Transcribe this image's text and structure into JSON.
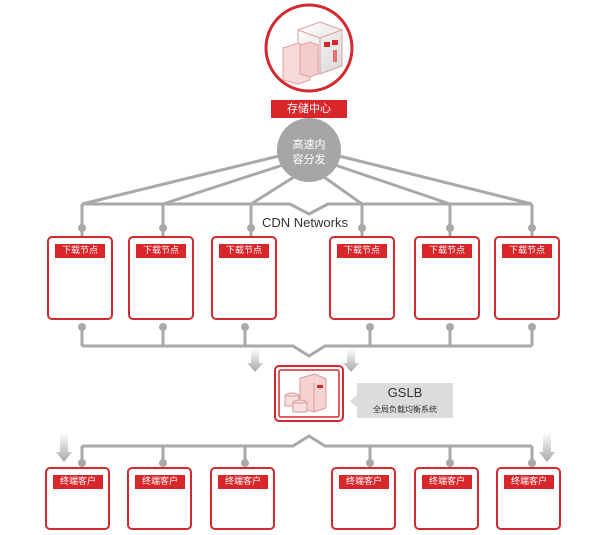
{
  "diagram": {
    "storage_center": {
      "label": "存储中心",
      "icon": "storage-server-icon"
    },
    "hub": {
      "label_line1": "高速内",
      "label_line2": "容分发"
    },
    "cdn_network_label": "CDN Networks",
    "download_nodes": [
      {
        "label": "下载节点",
        "icon": "download-server-icon"
      },
      {
        "label": "下载节点",
        "icon": "download-server-icon"
      },
      {
        "label": "下载节点",
        "icon": "download-server-icon"
      },
      {
        "label": "下载节点",
        "icon": "download-server-icon"
      },
      {
        "label": "下载节点",
        "icon": "download-server-icon"
      },
      {
        "label": "下载节点",
        "icon": "download-server-icon"
      }
    ],
    "gslb": {
      "title": "GSLB",
      "subtitle": "全局负载均衡系统",
      "icon": "database-server-icon"
    },
    "clients": [
      {
        "label": "终端客户",
        "icon": "client-computer-icon"
      },
      {
        "label": "终端客户",
        "icon": "client-computer-icon"
      },
      {
        "label": "终端客户",
        "icon": "client-computer-icon"
      },
      {
        "label": "终端客户",
        "icon": "client-computer-icon"
      },
      {
        "label": "终端客户",
        "icon": "client-computer-icon"
      },
      {
        "label": "终端客户",
        "icon": "client-computer-icon"
      }
    ],
    "colors": {
      "accent_red": "#d9262b",
      "line_gray": "#a9a9a9",
      "hub_gray": "#a6a6a6",
      "callout_gray": "#dcdcdc"
    }
  }
}
